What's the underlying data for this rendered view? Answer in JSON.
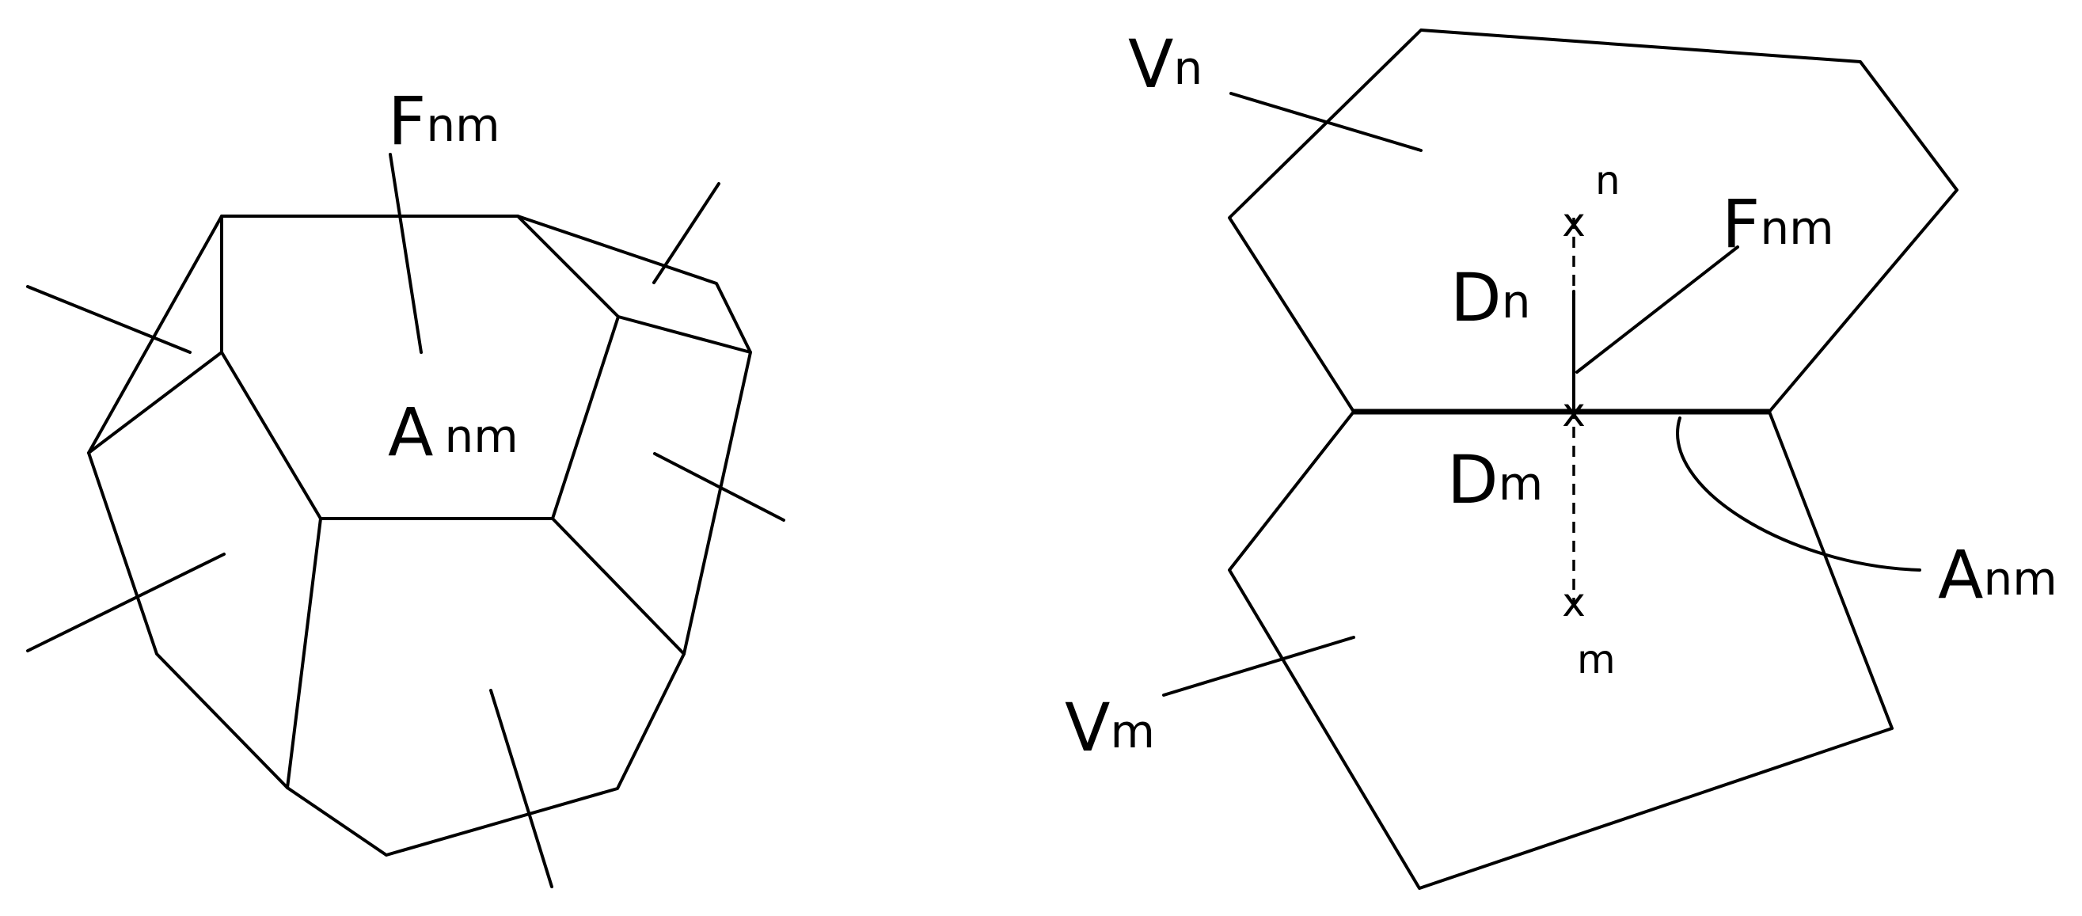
{
  "left": {
    "flux_label": {
      "main": "F",
      "sub": "nm"
    },
    "area_label": {
      "main": "A",
      "sub": "nm"
    }
  },
  "right": {
    "volume_n_label": {
      "main": "V",
      "sub": "n"
    },
    "volume_m_label": {
      "main": "V",
      "sub": "m"
    },
    "flux_label": {
      "main": "F",
      "sub": "nm"
    },
    "area_label": {
      "main": "A",
      "sub": "nm"
    },
    "d_n_label": {
      "main": "D",
      "sub": "n"
    },
    "d_m_label": {
      "main": "D",
      "sub": "m"
    },
    "point_n": "n",
    "point_m": "m",
    "point_marker": "x"
  }
}
